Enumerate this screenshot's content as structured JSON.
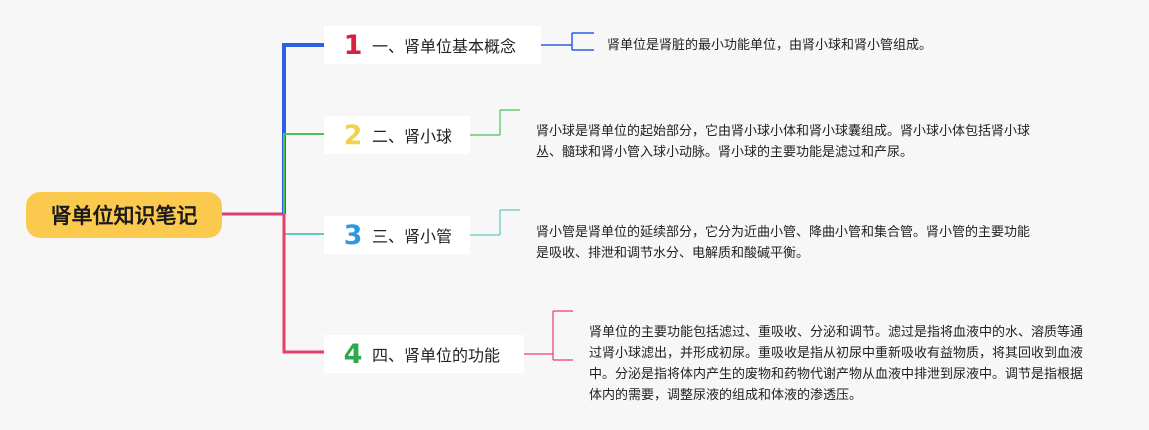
{
  "root": {
    "label": "肾单位知识笔记",
    "color": "#fcc94f"
  },
  "branches": [
    {
      "number": "1",
      "title": "一、肾单位基本概念",
      "color": "#2e5fe0",
      "detail": "肾单位是肾脏的最小功能单位，由肾小球和肾小管组成。"
    },
    {
      "number": "2",
      "title": "二、肾小球",
      "color": "#4cc35a",
      "number_color": "#f2d24a",
      "detail": "肾小球是肾单位的起始部分，它由肾小球小体和肾小球囊组成。肾小球小体包括肾小球丛、髓球和肾小管入球小动脉。肾小球的主要功能是滤过和产尿。"
    },
    {
      "number": "3",
      "title": "三、肾小管",
      "color": "#5ec8bf",
      "number_color": "#2d9ae0",
      "detail": "肾小管是肾单位的延续部分，它分为近曲小管、降曲小管和集合管。肾小管的主要功能是吸收、排泄和调节水分、电解质和酸碱平衡。"
    },
    {
      "number": "4",
      "title": "四、肾单位的功能",
      "color": "#e83e6a",
      "number_color": "#2da84a",
      "detail": "肾单位的主要功能包括滤过、重吸收、分泌和调节。滤过是指将血液中的水、溶质等通过肾小球滤出，并形成初尿。重吸收是指从初尿中重新吸收有益物质，将其回收到血液中。分泌是指将体内产生的废物和药物代谢产物从血液中排泄到尿液中。调节是指根据体内的需要，调整尿液的组成和体液的渗透压。"
    }
  ]
}
